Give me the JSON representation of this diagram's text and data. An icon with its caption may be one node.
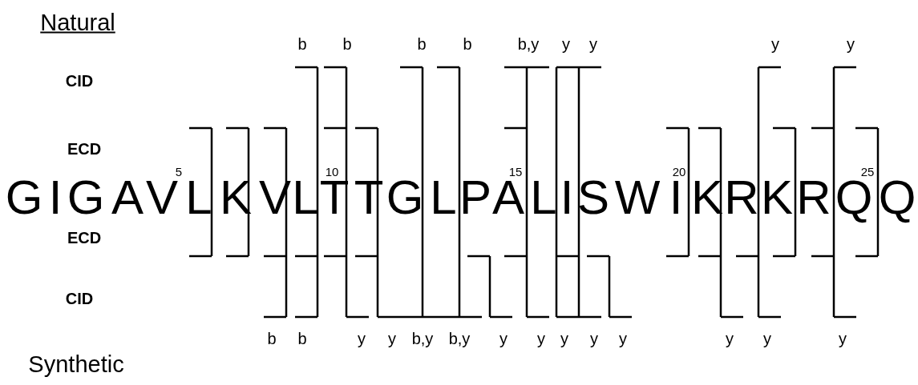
{
  "diagram": {
    "labels": [
      "Natural",
      "b",
      "b",
      "b",
      "b",
      "b,y",
      "y",
      "y",
      "y",
      "y",
      "CID",
      "ECD",
      "5",
      "10",
      "15",
      "20",
      "25",
      "G",
      "I",
      "G",
      "A",
      "V",
      "L",
      "K",
      "V",
      "L",
      "T",
      "T",
      "G",
      "L",
      "P",
      "A",
      "L",
      "I",
      "S",
      "W",
      "I",
      "K",
      "R",
      "K",
      "R",
      "Q",
      "Q",
      "ECD",
      "CID",
      "b",
      "b",
      "y",
      "y",
      "b,y",
      "b,y",
      "y",
      "y",
      "y",
      "y",
      "y",
      "y",
      "y",
      "y",
      "Synthetic"
    ]
  }
}
